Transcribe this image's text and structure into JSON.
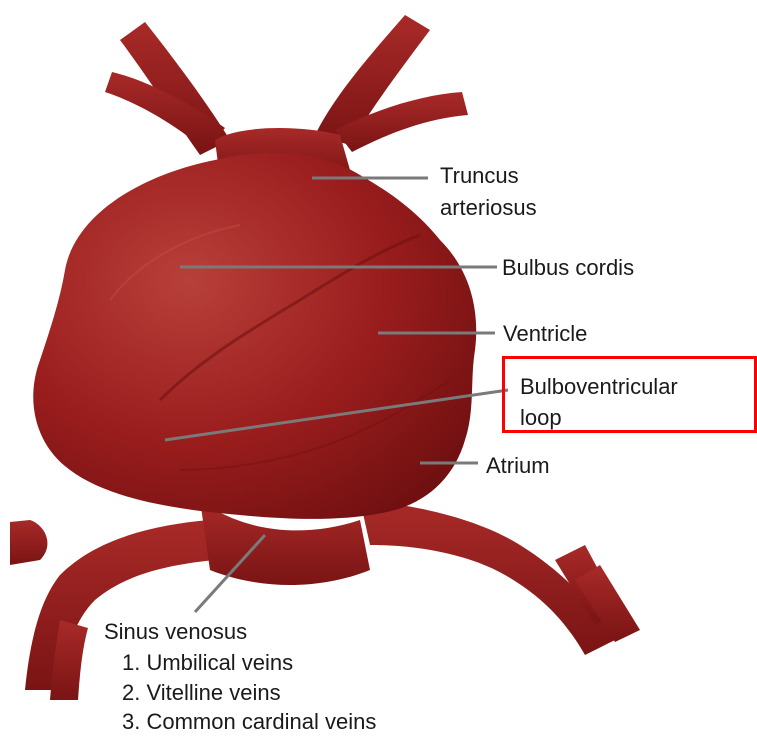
{
  "diagram": {
    "labels": {
      "truncus_line1": "Truncus",
      "truncus_line2": "arteriosus",
      "bulbus_cordis": "Bulbus cordis",
      "ventricle": "Ventricle",
      "bulboventricular_line1": "Bulboventricular",
      "bulboventricular_line2": "loop",
      "atrium": "Atrium",
      "sinus_venosus": "Sinus venosus",
      "vein_1": "1. Umbilical veins",
      "vein_2": "2. Vitelline veins",
      "vein_3": "3. Common cardinal veins"
    },
    "colors": {
      "tissue": "#9a1d1d",
      "tissue_dark": "#6e0f10",
      "tissue_light": "#b8403a",
      "leader_line": "#7a7a7a",
      "highlight_box": "#ff0000"
    }
  }
}
